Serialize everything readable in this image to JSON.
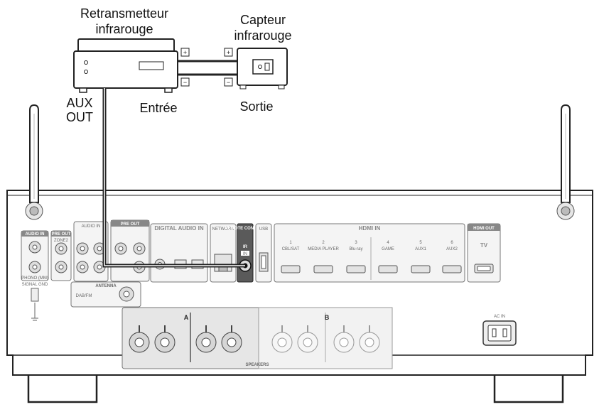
{
  "labels": {
    "retransmetteur_line1": "Retransmetteur",
    "retransmetteur_line2": "infrarouge",
    "capteur_line1": "Capteur",
    "capteur_line2": "infrarouge",
    "aux_line1": "AUX",
    "aux_line2": "OUT",
    "entree": "Entrée",
    "sortie": "Sortie"
  },
  "panel": {
    "audio_in": "AUDIO IN",
    "zone2": "ZONE2",
    "pre_out": "PRE OUT",
    "digital_audio": "DIGITAL AUDIO IN",
    "network": "NETWORK",
    "remote_control": "REMOTE CONTROL",
    "ir": "IR",
    "in": "IN",
    "usb": "USB",
    "hdmi_in": "HDMI IN",
    "hdmi_out": "HDMI OUT",
    "tv": "TV",
    "antenna": "ANTENNA",
    "dab_fm": "DAB/FM",
    "signal_gnd": "SIGNAL GND",
    "phono": "PHONO (MM)",
    "speakers": "SPEAKERS",
    "zone_a": "A",
    "zone_b": "B",
    "ac_in": "AC IN",
    "hdmi_inputs": [
      "CBL/SAT",
      "MEDIA PLAYER",
      "Blu-ray",
      "GAME",
      "AUX1",
      "AUX2"
    ],
    "hdmi_numbers": [
      "1",
      "2",
      "3",
      "4",
      "5",
      "6"
    ]
  },
  "terminals": {
    "plus": "+",
    "minus": "−"
  }
}
